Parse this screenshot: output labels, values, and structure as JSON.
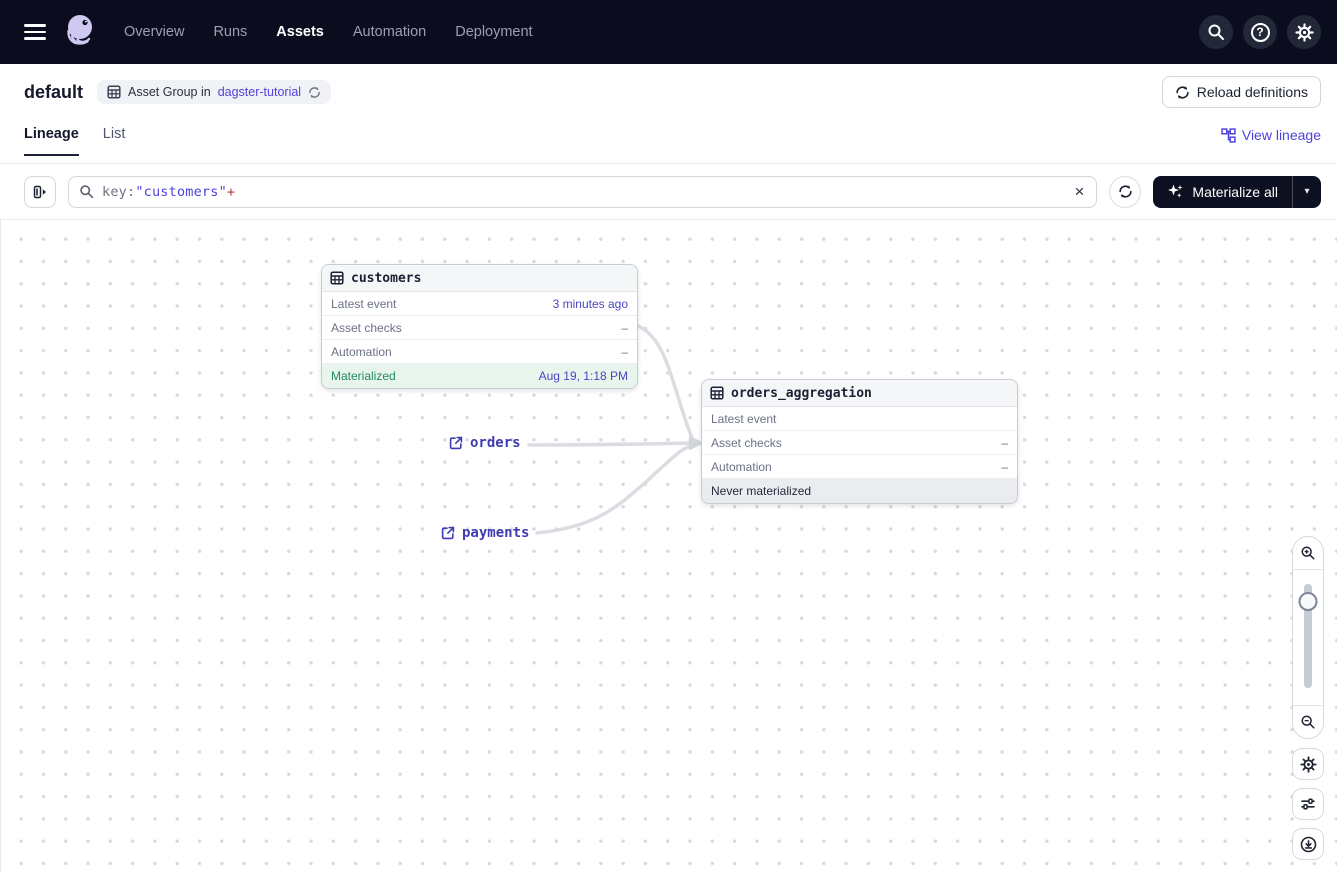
{
  "colors": {
    "accent": "#4F43DD",
    "navbar_bg": "#0B0D1E",
    "graph_link": "#3F3BB0",
    "edge": "#DBDDE3",
    "materialized_text": "#218A5C",
    "materialized_bg": "#E7F5EC",
    "query_operator_red": "#B0383C"
  },
  "nav": {
    "items": [
      {
        "label": "Overview"
      },
      {
        "label": "Runs"
      },
      {
        "label": "Assets"
      },
      {
        "label": "Automation"
      },
      {
        "label": "Deployment"
      }
    ],
    "active": "Assets"
  },
  "header": {
    "title": "default",
    "badge": {
      "prefix": "Asset Group in",
      "link": "dagster-tutorial"
    },
    "reload_button": "Reload definitions"
  },
  "tabs": {
    "items": [
      {
        "label": "Lineage"
      },
      {
        "label": "List"
      }
    ],
    "active": "Lineage",
    "view_lineage": "View lineage"
  },
  "toolbar": {
    "query": {
      "key": "key:",
      "value": "\"customers\"",
      "operator": "+"
    },
    "materialize_button": "Materialize all"
  },
  "graph": {
    "nodes": [
      {
        "title": "customers",
        "rows": [
          {
            "label": "Latest event",
            "value": "3 minutes ago"
          },
          {
            "label": "Asset checks",
            "value": "–"
          },
          {
            "label": "Automation",
            "value": "–"
          }
        ],
        "status": {
          "label": "Materialized",
          "value": "Aug 19, 1:18 PM"
        }
      },
      {
        "title": "orders_aggregation",
        "rows": [
          {
            "label": "Latest event",
            "value": ""
          },
          {
            "label": "Asset checks",
            "value": "–"
          },
          {
            "label": "Automation",
            "value": "–"
          }
        ],
        "status": {
          "label": "Never materialized",
          "value": ""
        }
      }
    ],
    "external_assets": [
      {
        "label": "orders"
      },
      {
        "label": "payments"
      }
    ]
  }
}
